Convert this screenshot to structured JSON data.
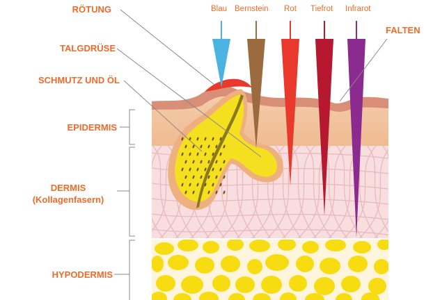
{
  "labels": {
    "rotung": "RÖTUNG",
    "talgdruese": "TALGDRÜSE",
    "schmutz": "SCHMUTZ UND ÖL",
    "epidermis": "EPIDERMIS",
    "dermis_line1": "DERMIS",
    "dermis_line2": "(Kollagenfasern)",
    "hypodermis": "HYPODERMIS",
    "falten": "FALTEN"
  },
  "wavelengths": [
    {
      "label": "Blau",
      "color": "#4ab3e2"
    },
    {
      "label": "Bernstein",
      "color": "#9b6a3e"
    },
    {
      "label": "Rot",
      "color": "#e8392c"
    },
    {
      "label": "Tiefrot",
      "color": "#b5182f"
    },
    {
      "label": "Infrarot",
      "color": "#8b2b8f"
    }
  ],
  "colors": {
    "label": "#f26a2a",
    "epidermis": "#f2c3a0",
    "dermis": "#f7d9d9",
    "hypodermis": "#fff3d6",
    "fat": "#f7dc12",
    "gland": "#f5e020",
    "redness": "#e8392c"
  }
}
